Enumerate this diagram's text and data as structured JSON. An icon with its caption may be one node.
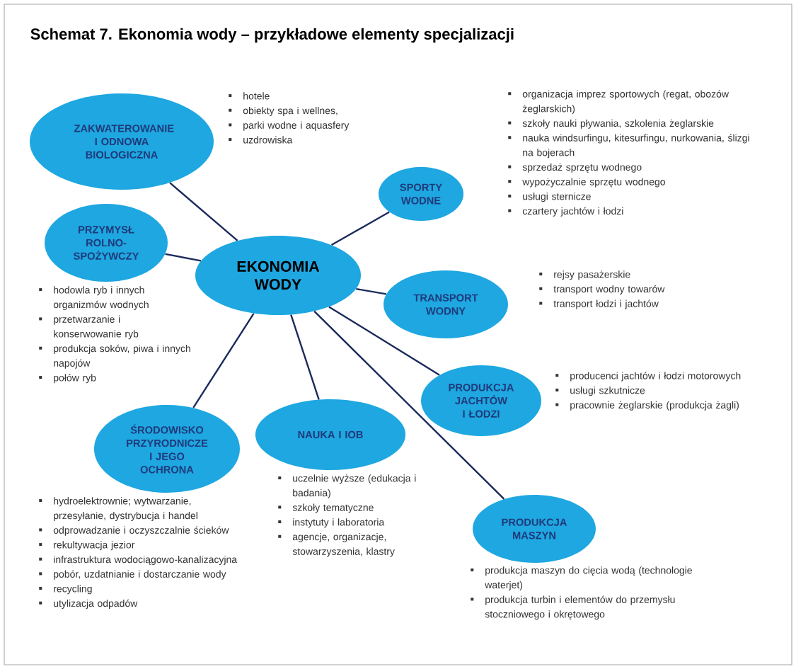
{
  "diagram": {
    "title": "Schemat 7. Ekonomia wody – przykładowe elementy specjalizacji",
    "nodes": [
      {
        "text": [
          "ZAKWATEROWANIE I ODNOWA BIOLOGICZNA"
        ],
        "beside": [
          "hotele",
          "obiekty spa i wellnes,",
          "parki wodne i aquasfery",
          "uzdrowiska"
        ]
      },
      {
        "text": [
          "SPORTY WODNE"
        ],
        "beside": [
          "organizacja imprez sportowych (regat, obozów żeglarskich)",
          "szkoły nauki pływania, szkolenia żeglarskie",
          "nauka windsurfingu, kitesurfingu, nurkowania, ślizgi na bojerach",
          "sprzedaż sprzętu wodnego",
          "wypożyczalnie sprzętu wodnego",
          "usługi sternicze",
          "czartery jachtów i łodzi"
        ]
      },
      {
        "text": [
          "PRZYMYSŁ ROLNO- SPOŻYWCZY"
        ],
        "beside": [
          "hodowla ryb i innych organizmów wodnych",
          "przetwarzanie i konserwowanie ryb",
          "produkcja soków, piwa i innych napojów",
          "połów ryb"
        ]
      },
      {
        "text": [
          "EKONOMIA WODY"
        ]
      },
      {
        "text": [
          "TRANSPORT WODNY"
        ],
        "beside": [
          "rejsy pasażerskie",
          "transport wodny towarów",
          "transport łodzi i jachtów"
        ]
      },
      {
        "text": [
          "PRODUKCJA JACHTÓW I ŁODZI"
        ],
        "beside": [
          "producenci jachtów i łodzi motorowych",
          "usługi szkutnicze",
          "pracownie żeglarskie (produkcja żagli)"
        ]
      },
      {
        "text": [
          "ŚRODOWISKO PRZYRODNICZE I JEGO OCHRONA"
        ],
        "beside": [
          "hydroelektrownie; wytwarzanie, przesyłanie, dystrybucja i handel",
          "odprowadzanie i oczyszczalnie ścieków",
          "rekultywacja jezior",
          "infrastruktura wodociągowo-kanalizacyjna",
          "pobór, uzdatnianie i dostarczanie  wody",
          "recycling",
          "utylizacja odpadów"
        ]
      },
      {
        "text": [
          "NAUKA I IOB"
        ],
        "beside": [
          "uczelnie wyższe (edukacja i badania)",
          "szkoły tematyczne",
          "instytuty i laboratoria",
          "agencje, organizacje, stowarzyszenia, klastry"
        ]
      },
      {
        "text": [
          "PRODUKCJA MASZYN"
        ],
        "beside": [
          "produkcja maszyn do cięcia wodą (technologie waterjet)",
          "produkcja turbin i elementów do przemysłu stoczniowego i okrętowego"
        ]
      }
    ],
    "edges": [
      {
        "from": 3,
        "to": 0,
        "arrow": "none"
      },
      {
        "from": 3,
        "to": 1,
        "arrow": "none"
      },
      {
        "from": 3,
        "to": 2,
        "arrow": "none"
      },
      {
        "from": 3,
        "to": 4,
        "arrow": "none"
      },
      {
        "from": 3,
        "to": 5,
        "arrow": "none"
      },
      {
        "from": 3,
        "to": 6,
        "arrow": "none"
      },
      {
        "from": 3,
        "to": 7,
        "arrow": "none"
      },
      {
        "from": 3,
        "to": 8,
        "arrow": "none"
      }
    ]
  }
}
